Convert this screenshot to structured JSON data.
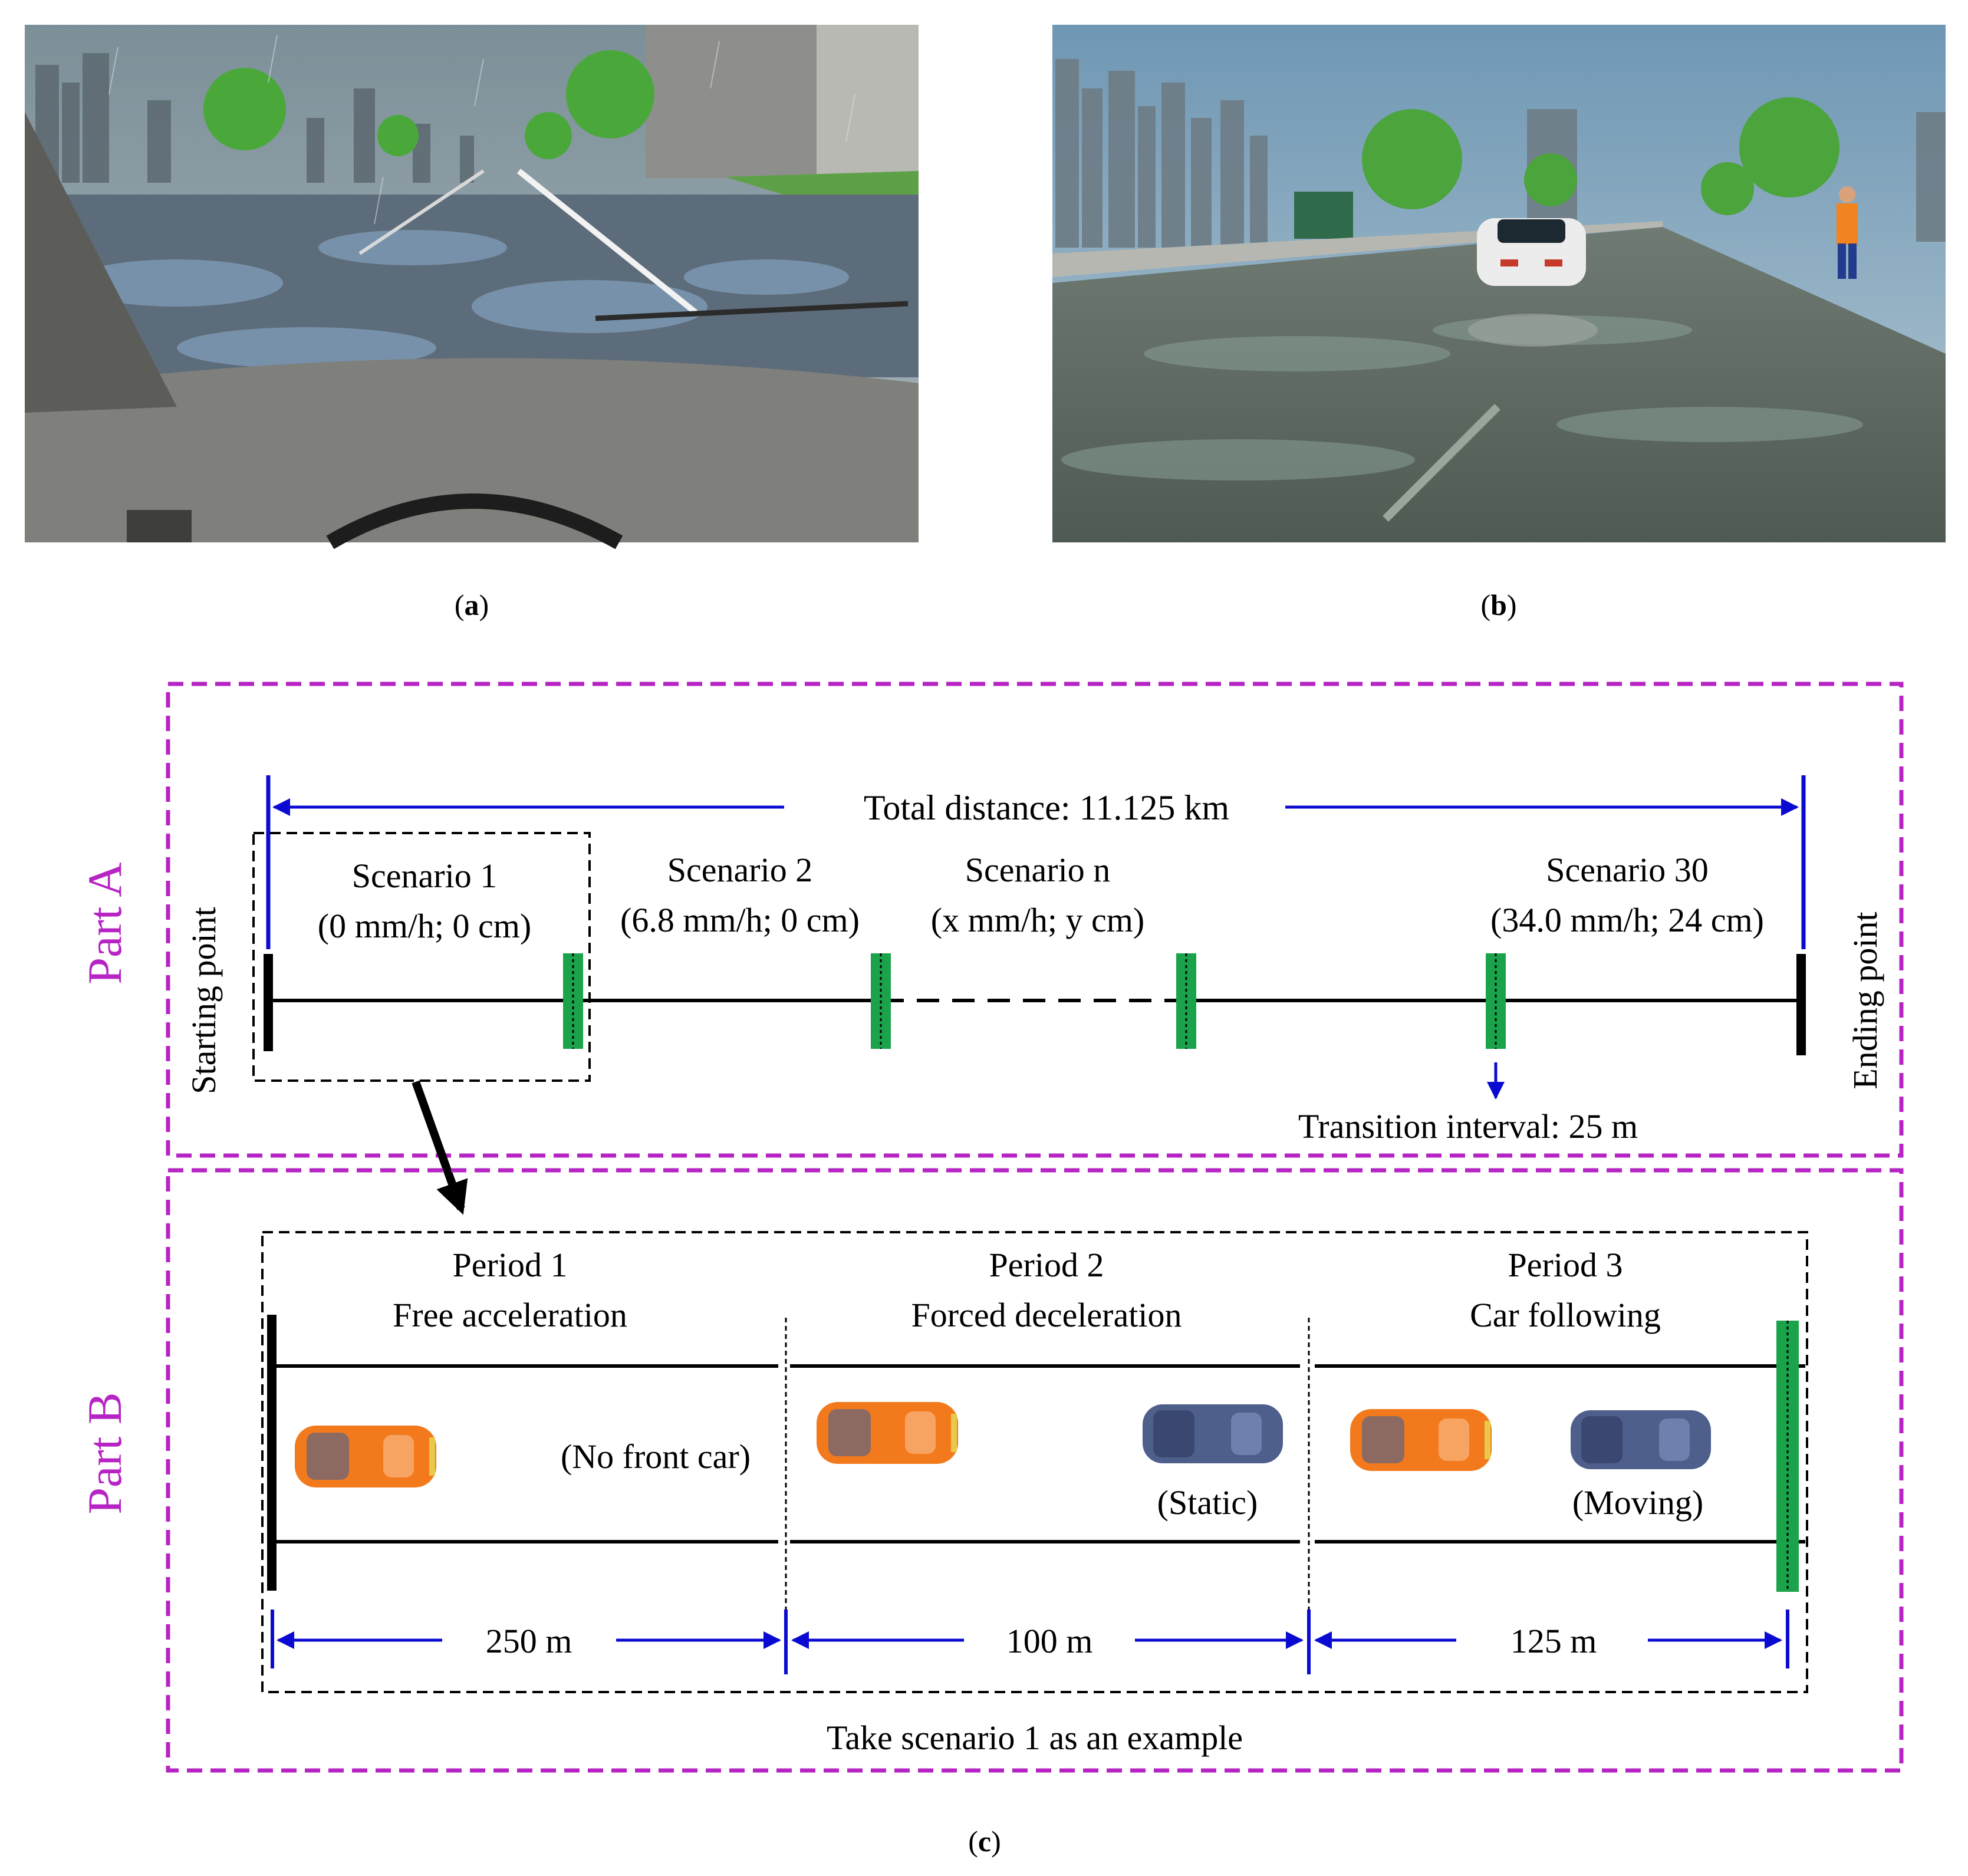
{
  "captions": {
    "a": "a",
    "b": "b",
    "c": "c"
  },
  "colors": {
    "magenta": "#b624c4",
    "blue": "#0a0ad2",
    "green": "#1aa34a",
    "orange": "#f37a1c",
    "car_blue": "#4f5f8c",
    "sky": "#8fa8b8"
  },
  "part_a": {
    "label": "Part A",
    "total_distance": "Total distance: 11.125 km",
    "starting_point": "Starting point",
    "ending_point": "Ending point",
    "scenarios": [
      {
        "name": "Scenario 1",
        "params": "(0 mm/h; 0 cm)"
      },
      {
        "name": "Scenario 2",
        "params": "(6.8 mm/h; 0 cm)"
      },
      {
        "name": "Scenario n",
        "params": "(x mm/h; y cm)"
      },
      {
        "name": "Scenario 30",
        "params": "(34.0 mm/h; 24 cm)"
      }
    ],
    "transition": "Transition interval: 25 m"
  },
  "part_b": {
    "label": "Part B",
    "periods": [
      {
        "title": "Period 1",
        "desc": "Free acceleration",
        "front_car_note": "(No front car)",
        "length": "250 m"
      },
      {
        "title": "Period 2",
        "desc": "Forced deceleration",
        "front_car_note": "(Static)",
        "length": "100 m"
      },
      {
        "title": "Period 3",
        "desc": "Car following",
        "front_car_note": "(Moving)",
        "length": "125 m"
      }
    ],
    "example_note": "Take scenario 1 as an example"
  }
}
